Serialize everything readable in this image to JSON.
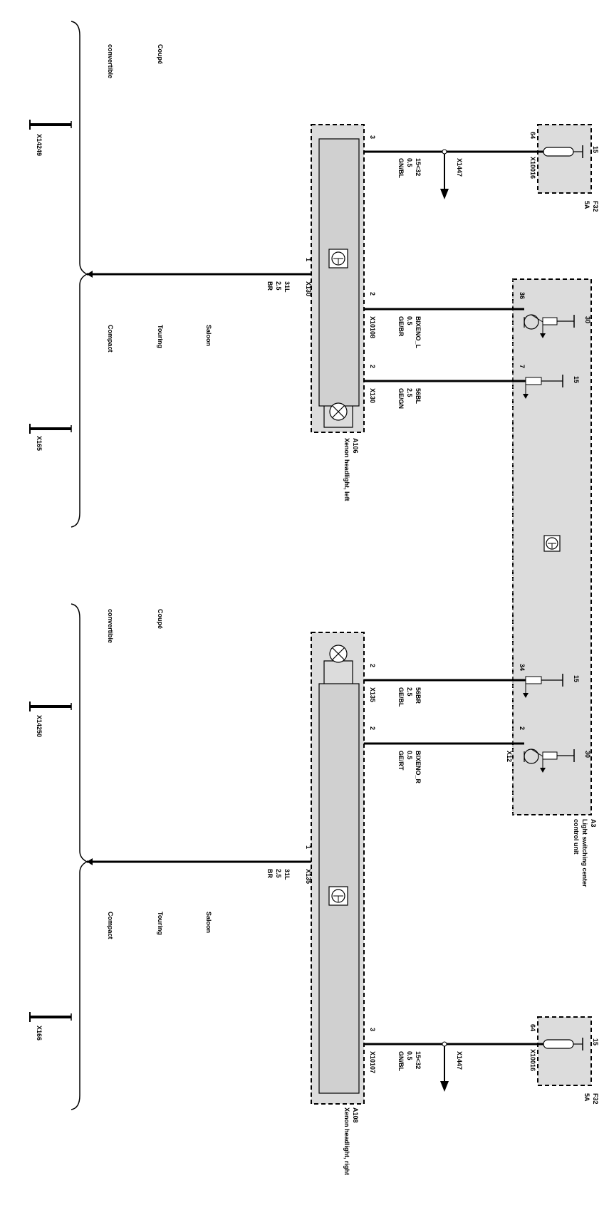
{
  "groups": {
    "left": {
      "variant_top_1": "Coupé",
      "variant_top_2": "convertible",
      "variant_bot_1": "Saloon",
      "variant_bot_2": "Touring",
      "variant_bot_3": "Compact",
      "ground_top": "X14249",
      "ground_bot": "X165"
    },
    "right": {
      "variant_top_1": "Coupé",
      "variant_top_2": "convertible",
      "variant_bot_1": "Saloon",
      "variant_bot_2": "Touring",
      "variant_bot_3": "Compact",
      "ground_top": "X14250",
      "ground_bot": "X166"
    }
  },
  "components": {
    "a106": {
      "id": "A106",
      "name": "Xenon headlight, left"
    },
    "a108": {
      "id": "A108",
      "name": "Xenon headlight, right"
    },
    "a3": {
      "id": "A3",
      "name_1": "Light switching center",
      "name_2": "control unit"
    },
    "f32_top": {
      "id": "F32",
      "rating": "5A",
      "pin_in": "15",
      "connector": "X10016",
      "pin_out": "64"
    },
    "f32_bot": {
      "id": "F32",
      "rating": "5A",
      "pin_in": "15",
      "connector": "X10016",
      "pin_out": "64"
    }
  },
  "wires": {
    "left_supply": {
      "pin": "3",
      "signal": "15<32",
      "size": "0.5",
      "color": "GN/BL",
      "connector": "X10016",
      "splice": "X1447"
    },
    "left_ground": {
      "pin": "1",
      "signal": "31L",
      "size": "2.5",
      "color": "BR",
      "connector": "X130"
    },
    "left_bixeno": {
      "pin_a": "2",
      "pin_b": "36",
      "signal": "BIXENO_L",
      "size": "0.5",
      "color": "GE/BR",
      "connector": "X10108",
      "a3_pin": "30"
    },
    "left_56bl": {
      "pin_a": "2",
      "pin_b": "7",
      "signal": "56BL",
      "size": "2.5",
      "color": "GE/GN",
      "connector": "X130",
      "a3_pin": "15"
    },
    "right_56br": {
      "pin_a": "2",
      "pin_b": "34",
      "signal": "56BR",
      "size": "2.5",
      "color": "GE/BL",
      "connector": "X135",
      "a3_pin": "15"
    },
    "right_bixeno": {
      "pin_a": "2",
      "pin_b": "2",
      "signal": "BIXENO_R",
      "size": "0.5",
      "color": "GE/RT",
      "connector": "X12",
      "a3_pin": "30"
    },
    "right_ground": {
      "pin": "1",
      "signal": "31L",
      "size": "2.5",
      "color": "BR",
      "connector": "X135"
    },
    "right_supply": {
      "pin": "3",
      "signal": "15<32",
      "size": "0.5",
      "color": "GN/BL",
      "connector": "X10107",
      "splice": "X1447"
    }
  }
}
